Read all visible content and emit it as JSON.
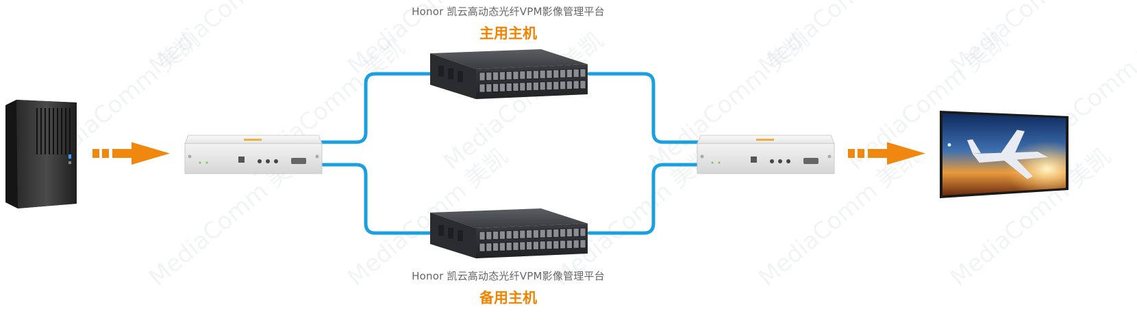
{
  "colors": {
    "link": "#1aa0e0",
    "arrow": "#f0870f",
    "title_accent": "#f08300"
  },
  "primary": {
    "subtitle": "Honor 凯云高动态光纤VPM影像管理平台",
    "title": "主用主机"
  },
  "backup": {
    "subtitle": "Honor 凯云高动态光纤VPM影像管理平台",
    "title": "备用主机"
  },
  "watermark": "MediaComm 美凯",
  "icons": {
    "source": "workstation-tower-icon",
    "tx": "kvm-transmitter-icon",
    "rx": "kvm-receiver-icon",
    "switch": "fiber-switch-icon",
    "display": "monitor-display-icon",
    "flow": "flow-arrow-icon"
  }
}
